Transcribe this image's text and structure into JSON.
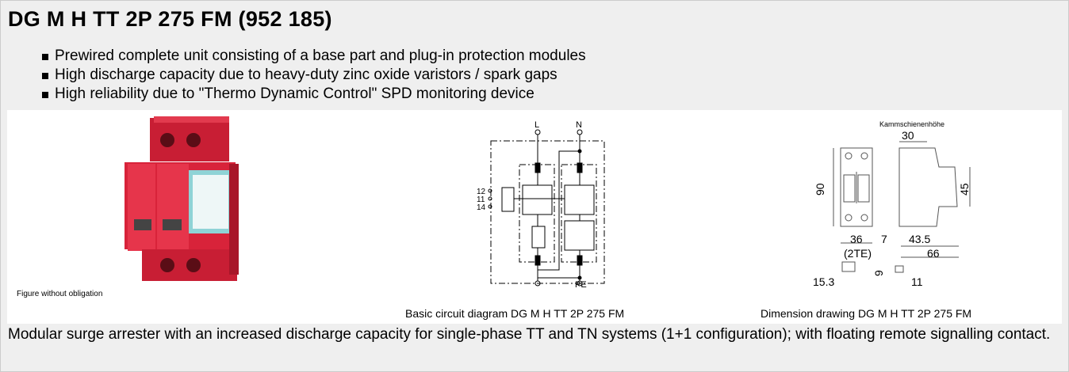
{
  "title": "DG M H TT 2P 275 FM (952 185)",
  "bullets": [
    "Prewired complete unit consisting of a base part and plug-in protection modules",
    "High discharge capacity due to heavy-duty zinc oxide varistors / spark gaps",
    "High reliability due to \"Thermo Dynamic Control\" SPD monitoring device"
  ],
  "figure_caption": "Figure without obligation",
  "circuit": {
    "caption": "Basic circuit diagram DG M H TT 2P 275 FM",
    "labels": {
      "L": "L",
      "N": "N",
      "PE": "PE",
      "t12": "12",
      "t11": "11",
      "t14": "14"
    }
  },
  "dimension": {
    "caption": "Dimension drawing DG M H TT 2P 275 FM",
    "header": "Kammschienenhöhe",
    "d30": "30",
    "d90": "90",
    "d45": "45",
    "d36": "36",
    "te": "(2TE)",
    "d7": "7",
    "d43": "43.5",
    "d66": "66",
    "d153": "15.3",
    "d9": "9",
    "d11": "11"
  },
  "description": "Modular surge arrester with an increased discharge capacity for single-phase TT and TN systems (1+1 configuration); with floating remote signalling contact.",
  "colors": {
    "product_red": "#d8233a",
    "accent_teal": "#8fd3d6"
  }
}
